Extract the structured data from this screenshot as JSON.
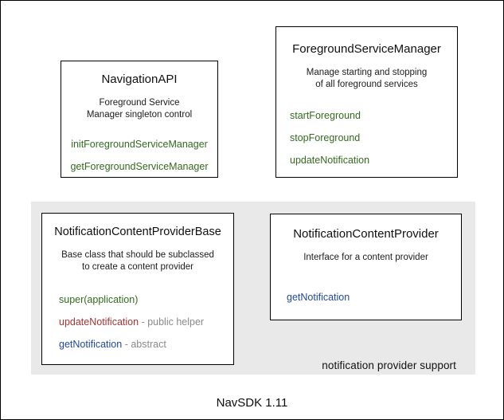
{
  "page": {
    "caption": "NavSDK 1.11"
  },
  "colors": {
    "method_green": "#336b1e",
    "method_red": "#a93333",
    "method_blue": "#2149a0",
    "annotation_gray": "#8a8a8a",
    "group_bg": "#e9e9e9"
  },
  "boxes": {
    "navigation_api": {
      "title": "NavigationAPI",
      "description_lines": [
        "Foreground Service",
        "Manager singleton control"
      ],
      "methods": [
        {
          "name": "initForegroundServiceManager",
          "color": "green",
          "annotation": ""
        },
        {
          "name": "getForegroundServiceManager",
          "color": "green",
          "annotation": ""
        }
      ]
    },
    "foreground_service_manager": {
      "title": "ForegroundServiceManager",
      "description_lines": [
        "Manage starting and stopping",
        "of all foreground services"
      ],
      "methods": [
        {
          "name": "startForeground",
          "color": "green",
          "annotation": ""
        },
        {
          "name": "stopForeground",
          "color": "green",
          "annotation": ""
        },
        {
          "name": "updateNotification",
          "color": "green",
          "annotation": ""
        }
      ]
    },
    "notification_content_provider_base": {
      "title": "NotificationContentProviderBase",
      "description_lines": [
        "Base class that should be subclassed",
        "to create a content provider"
      ],
      "methods": [
        {
          "name": "super(application)",
          "color": "green",
          "annotation": ""
        },
        {
          "name": "updateNotification",
          "color": "red",
          "annotation": "- public helper"
        },
        {
          "name": "getNotification",
          "color": "blue",
          "annotation": "- abstract"
        }
      ]
    },
    "notification_content_provider": {
      "title": "NotificationContentProvider",
      "description_lines": [
        "Interface for a content provider"
      ],
      "methods": [
        {
          "name": "getNotification",
          "color": "blue",
          "annotation": ""
        }
      ]
    }
  },
  "group": {
    "label": "notification provider support"
  }
}
